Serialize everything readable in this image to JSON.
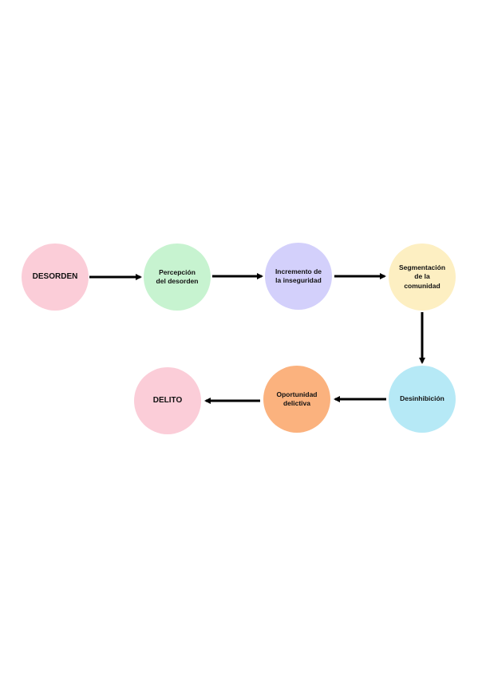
{
  "nodes": {
    "desorden": {
      "label": "DESORDEN",
      "color": "#fbcdd8"
    },
    "percepcion": {
      "label": "Percepción\ndel desorden",
      "color": "#c7f3d0"
    },
    "inseguridad": {
      "label": "Incremento de\nla inseguridad",
      "color": "#d3d0fb"
    },
    "segmentacion": {
      "label": "Segmentación\nde la\ncomunidad",
      "color": "#fdefc2"
    },
    "desinhibicion": {
      "label": "Desinhibición",
      "color": "#b6e9f6"
    },
    "oportunidad": {
      "label": "Oportunidad\ndelictiva",
      "color": "#fbb27e"
    },
    "delito": {
      "label": "DELITO",
      "color": "#fbcdd8"
    }
  },
  "flow": [
    "desorden",
    "percepcion",
    "inseguridad",
    "segmentacion",
    "desinhibicion",
    "oportunidad",
    "delito"
  ],
  "arrow_color": "#000000"
}
